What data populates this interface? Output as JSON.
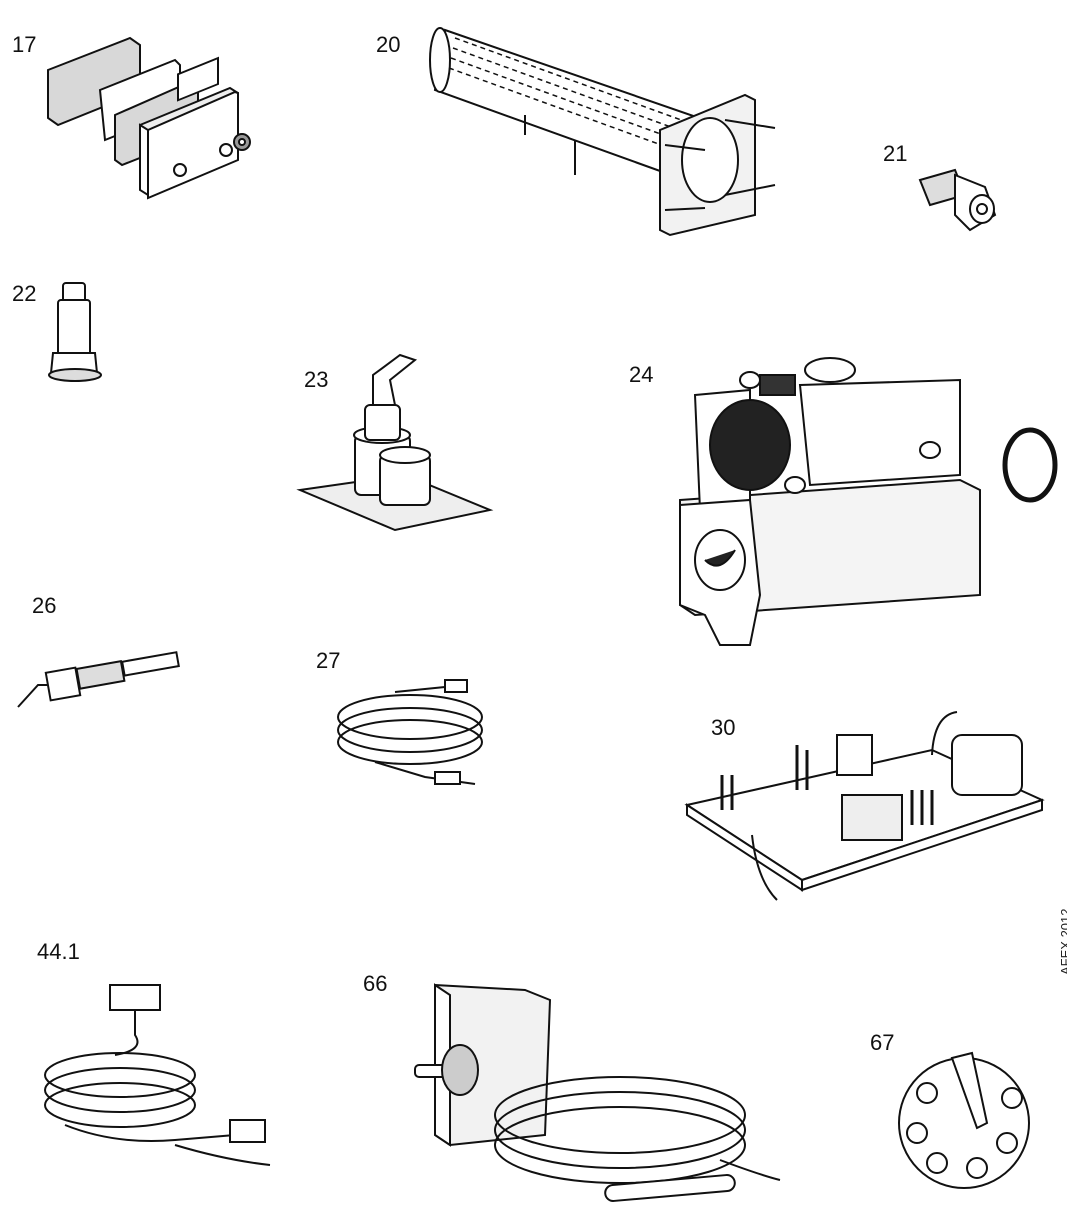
{
  "labels": {
    "p17": "17",
    "p20": "20",
    "p21": "21",
    "p22": "22",
    "p23": "23",
    "p24": "24",
    "p26": "26",
    "p27": "27",
    "p30": "30",
    "p44_1": "44.1",
    "p66": "66",
    "p67": "67"
  },
  "side_code": "AFEX 2012",
  "colors": {
    "line": "#111111",
    "fill_dark": "#222222",
    "fill_light": "#e6e6e6",
    "background": "#ffffff"
  }
}
